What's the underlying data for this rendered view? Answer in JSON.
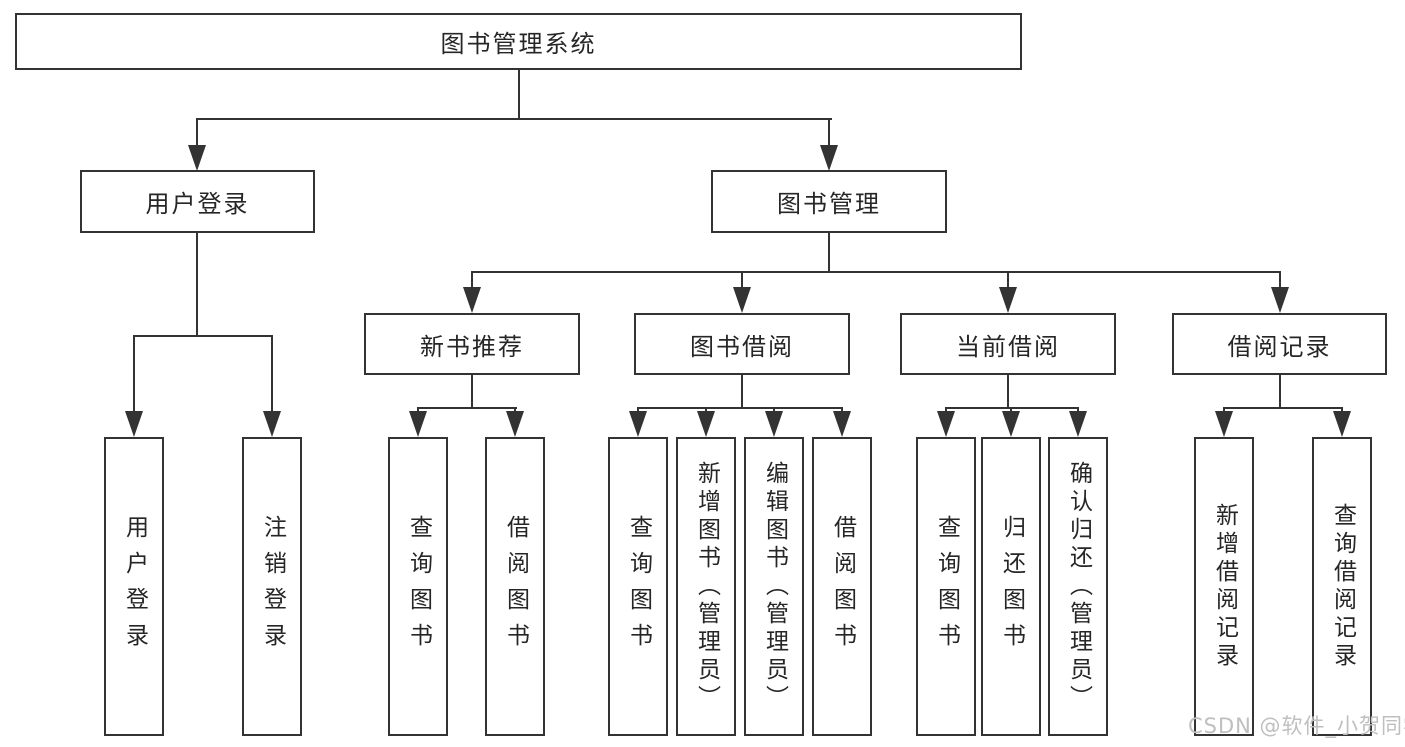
{
  "tree": {
    "label": "图书管理系统",
    "children": [
      {
        "label": "用户登录",
        "children": [
          {
            "label": "用户登录"
          },
          {
            "label": "注销登录"
          }
        ]
      },
      {
        "label": "图书管理",
        "children": [
          {
            "label": "新书推荐",
            "children": [
              {
                "label": "查询图书"
              },
              {
                "label": "借阅图书"
              }
            ]
          },
          {
            "label": "图书借阅",
            "children": [
              {
                "label": "查询图书"
              },
              {
                "label": "新增图书（管理员）"
              },
              {
                "label": "编辑图书（管理员）"
              },
              {
                "label": "借阅图书"
              }
            ]
          },
          {
            "label": "当前借阅",
            "children": [
              {
                "label": "查询图书"
              },
              {
                "label": "归还图书"
              },
              {
                "label": "确认归还（管理员）"
              }
            ]
          },
          {
            "label": "借阅记录",
            "children": [
              {
                "label": "新增借阅记录"
              },
              {
                "label": "查询借阅记录"
              }
            ]
          }
        ]
      }
    ]
  },
  "watermark": {
    "text": "CSDN @软件_小贺同学"
  },
  "colors": {
    "line": "#333333",
    "border": "#333333",
    "text": "#262626",
    "background": "#ffffff",
    "watermark": "#bfbfbf"
  }
}
